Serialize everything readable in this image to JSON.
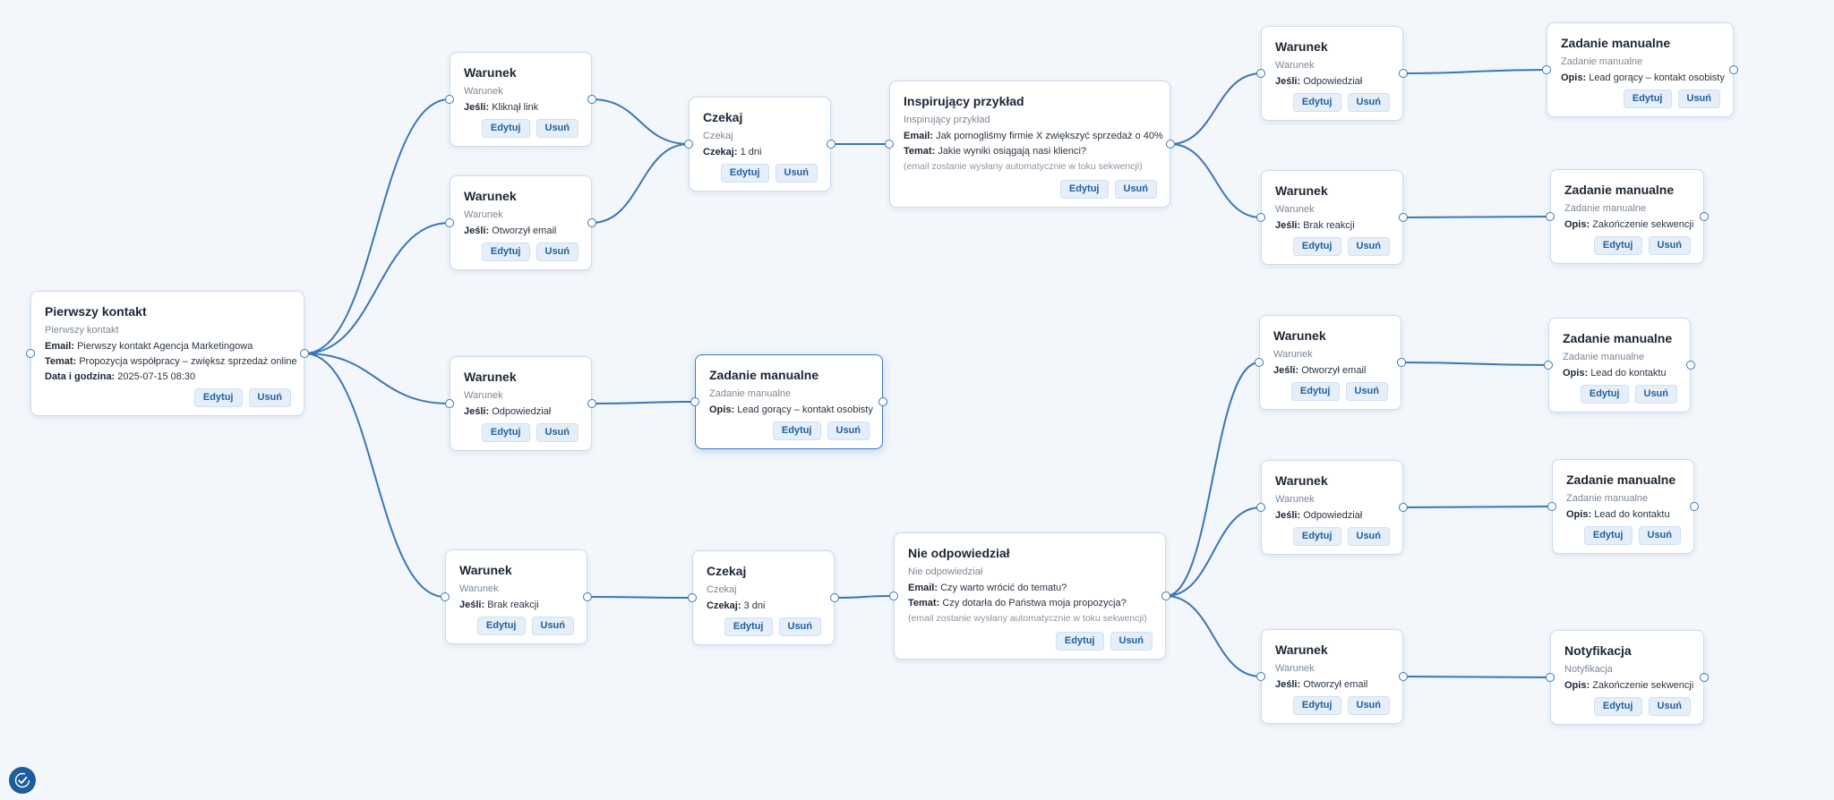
{
  "nodes": {
    "n_first": {
      "title": "Pierwszy kontakt",
      "subtitle": "Pierwszy kontakt",
      "fields": [
        {
          "label": "Email:",
          "value": "Pierwszy kontakt Agencja Marketingowa"
        },
        {
          "label": "Temat:",
          "value": "Propozycja współpracy – zwiększ sprzedaż online"
        },
        {
          "label": "Data i godzina:",
          "value": "2025-07-15 08:30"
        }
      ],
      "note": ""
    },
    "n_cond_link": {
      "title": "Warunek",
      "subtitle": "Warunek",
      "fields": [
        {
          "label": "Jeśli:",
          "value": "Kliknął link"
        }
      ],
      "note": ""
    },
    "n_cond_open": {
      "title": "Warunek",
      "subtitle": "Warunek",
      "fields": [
        {
          "label": "Jeśli:",
          "value": "Otworzył email"
        }
      ],
      "note": ""
    },
    "n_cond_reply": {
      "title": "Warunek",
      "subtitle": "Warunek",
      "fields": [
        {
          "label": "Jeśli:",
          "value": "Odpowiedział"
        }
      ],
      "note": ""
    },
    "n_cond_noreact": {
      "title": "Warunek",
      "subtitle": "Warunek",
      "fields": [
        {
          "label": "Jeśli:",
          "value": "Brak reakcji"
        }
      ],
      "note": ""
    },
    "n_wait1": {
      "title": "Czekaj",
      "subtitle": "Czekaj",
      "fields": [
        {
          "label": "Czekaj:",
          "value": "1 dni"
        }
      ],
      "note": ""
    },
    "n_manual_mid": {
      "title": "Zadanie manualne",
      "subtitle": "Zadanie manualne",
      "fields": [
        {
          "label": "Opis:",
          "value": "Lead gorący – kontakt osobisty"
        }
      ],
      "note": ""
    },
    "n_wait3": {
      "title": "Czekaj",
      "subtitle": "Czekaj",
      "fields": [
        {
          "label": "Czekaj:",
          "value": "3 dni"
        }
      ],
      "note": ""
    },
    "n_inspire": {
      "title": "Inspirujący przykład",
      "subtitle": "Inspirujący przykład",
      "fields": [
        {
          "label": "Email:",
          "value": "Jak pomogliśmy firmie X zwiększyć sprzedaż o 40%"
        },
        {
          "label": "Temat:",
          "value": "Jakie wyniki osiągają nasi klienci?"
        }
      ],
      "note": "(email zostanie wysłany automatycznie w toku sekwencji)"
    },
    "n_noreply": {
      "title": "Nie odpowiedział",
      "subtitle": "Nie odpowiedział",
      "fields": [
        {
          "label": "Email:",
          "value": "Czy warto wrócić do tematu?"
        },
        {
          "label": "Temat:",
          "value": "Czy dotarła do Państwa moja propozycja?"
        }
      ],
      "note": "(email zostanie wysłany automatycznie w toku sekwencji)"
    },
    "n_c_r1": {
      "title": "Warunek",
      "subtitle": "Warunek",
      "fields": [
        {
          "label": "Jeśli:",
          "value": "Odpowiedział"
        }
      ],
      "note": ""
    },
    "n_c_r2": {
      "title": "Warunek",
      "subtitle": "Warunek",
      "fields": [
        {
          "label": "Jeśli:",
          "value": "Brak reakcji"
        }
      ],
      "note": ""
    },
    "n_c_r3": {
      "title": "Warunek",
      "subtitle": "Warunek",
      "fields": [
        {
          "label": "Jeśli:",
          "value": "Otworzył email"
        }
      ],
      "note": ""
    },
    "n_c_r4": {
      "title": "Warunek",
      "subtitle": "Warunek",
      "fields": [
        {
          "label": "Jeśli:",
          "value": "Odpowiedział"
        }
      ],
      "note": ""
    },
    "n_c_r5": {
      "title": "Warunek",
      "subtitle": "Warunek",
      "fields": [
        {
          "label": "Jeśli:",
          "value": "Otworzył email"
        }
      ],
      "note": ""
    },
    "n_m_r1": {
      "title": "Zadanie manualne",
      "subtitle": "Zadanie manualne",
      "fields": [
        {
          "label": "Opis:",
          "value": "Lead gorący – kontakt osobisty"
        }
      ],
      "note": ""
    },
    "n_m_r2": {
      "title": "Zadanie manualne",
      "subtitle": "Zadanie manualne",
      "fields": [
        {
          "label": "Opis:",
          "value": "Zakończenie sekwencji"
        }
      ],
      "note": ""
    },
    "n_m_r3": {
      "title": "Zadanie manualne",
      "subtitle": "Zadanie manualne",
      "fields": [
        {
          "label": "Opis:",
          "value": "Lead do kontaktu"
        }
      ],
      "note": ""
    },
    "n_m_r4": {
      "title": "Zadanie manualne",
      "subtitle": "Zadanie manualne",
      "fields": [
        {
          "label": "Opis:",
          "value": "Lead do kontaktu"
        }
      ],
      "note": ""
    },
    "n_notify": {
      "title": "Notyfikacja",
      "subtitle": "Notyfikacja",
      "fields": [
        {
          "label": "Opis:",
          "value": "Zakończenie sekwencji"
        }
      ],
      "note": ""
    }
  },
  "actions": {
    "edit_label": "Edytuj",
    "delete_label": "Usuń"
  },
  "edges": [
    [
      "n_first",
      "n_cond_link"
    ],
    [
      "n_first",
      "n_cond_open"
    ],
    [
      "n_first",
      "n_cond_reply"
    ],
    [
      "n_first",
      "n_cond_noreact"
    ],
    [
      "n_cond_link",
      "n_wait1"
    ],
    [
      "n_cond_open",
      "n_wait1"
    ],
    [
      "n_wait1",
      "n_inspire"
    ],
    [
      "n_inspire",
      "n_c_r1"
    ],
    [
      "n_inspire",
      "n_c_r2"
    ],
    [
      "n_c_r1",
      "n_m_r1"
    ],
    [
      "n_c_r2",
      "n_m_r2"
    ],
    [
      "n_cond_reply",
      "n_manual_mid"
    ],
    [
      "n_cond_noreact",
      "n_wait3"
    ],
    [
      "n_wait3",
      "n_noreply"
    ],
    [
      "n_noreply",
      "n_c_r3"
    ],
    [
      "n_noreply",
      "n_c_r4"
    ],
    [
      "n_noreply",
      "n_c_r5"
    ],
    [
      "n_c_r3",
      "n_m_r3"
    ],
    [
      "n_c_r4",
      "n_m_r4"
    ],
    [
      "n_c_r5",
      "n_notify"
    ]
  ],
  "selected_node": "n_manual_mid",
  "colors": {
    "edge": "#3a77b8",
    "accent": "#1d5d9a",
    "canvas": "#f3f6fa"
  },
  "logo_icon": "check-badge-icon"
}
